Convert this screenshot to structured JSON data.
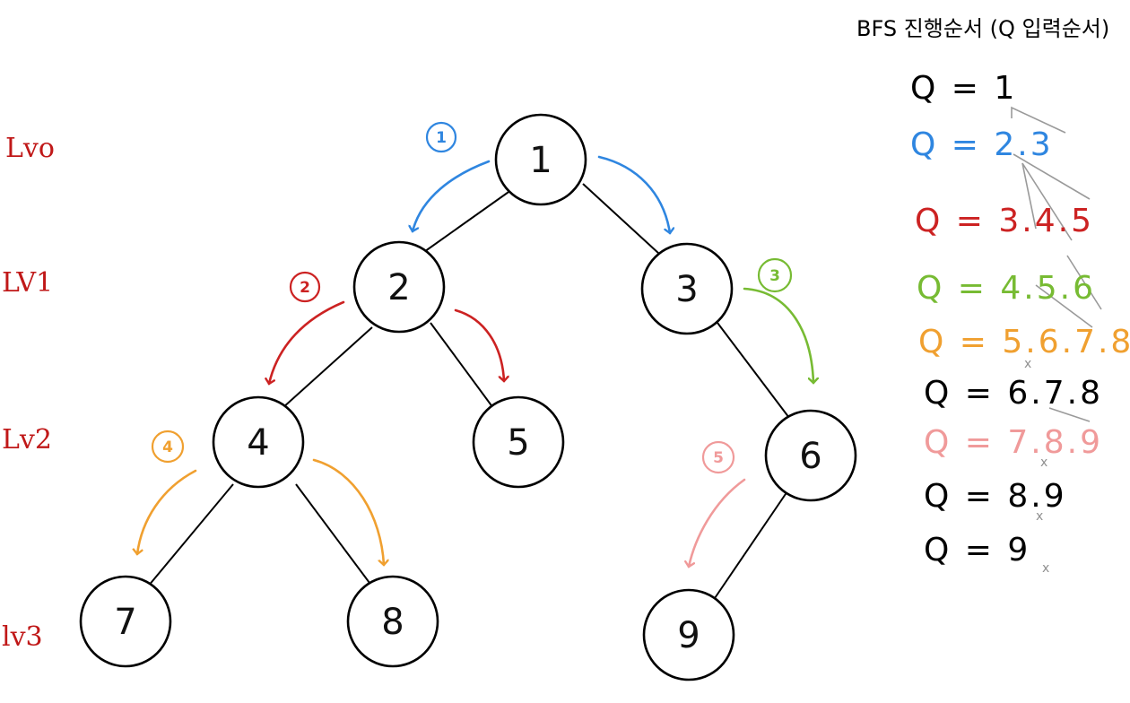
{
  "colors": {
    "step1": "#2f86e0",
    "step2": "#cc2222",
    "step3": "#77bb33",
    "step4": "#f0a030",
    "step5": "#f09a9a",
    "level": "#c01818",
    "guide": "#9a9a9a"
  },
  "levels": [
    "Lvo",
    "LV1",
    "Lv2",
    "lv3"
  ],
  "nodes": [
    "1",
    "2",
    "3",
    "4",
    "5",
    "6",
    "7",
    "8",
    "9"
  ],
  "steps": [
    "1",
    "2",
    "3",
    "4",
    "5"
  ],
  "queue": {
    "title": "BFS 진행순서 (Q 입력순서)",
    "lines": [
      {
        "text": "Q = 1",
        "color": "#000000"
      },
      {
        "text": "Q = 2.3",
        "color": "#2f86e0"
      },
      {
        "text": "Q = 3.4.5",
        "color": "#cc2222"
      },
      {
        "text": "Q = 4.5.6",
        "color": "#77bb33"
      },
      {
        "text": "Q = 5.6.7.8",
        "color": "#f0a030"
      },
      {
        "text": "Q = 6.7.8",
        "color": "#000000"
      },
      {
        "text": "Q = 7.8.9",
        "color": "#f09a9a"
      },
      {
        "text": "Q = 8.9",
        "color": "#000000"
      },
      {
        "text": "Q = 9",
        "color": "#000000"
      }
    ],
    "cross_mark": "x"
  }
}
